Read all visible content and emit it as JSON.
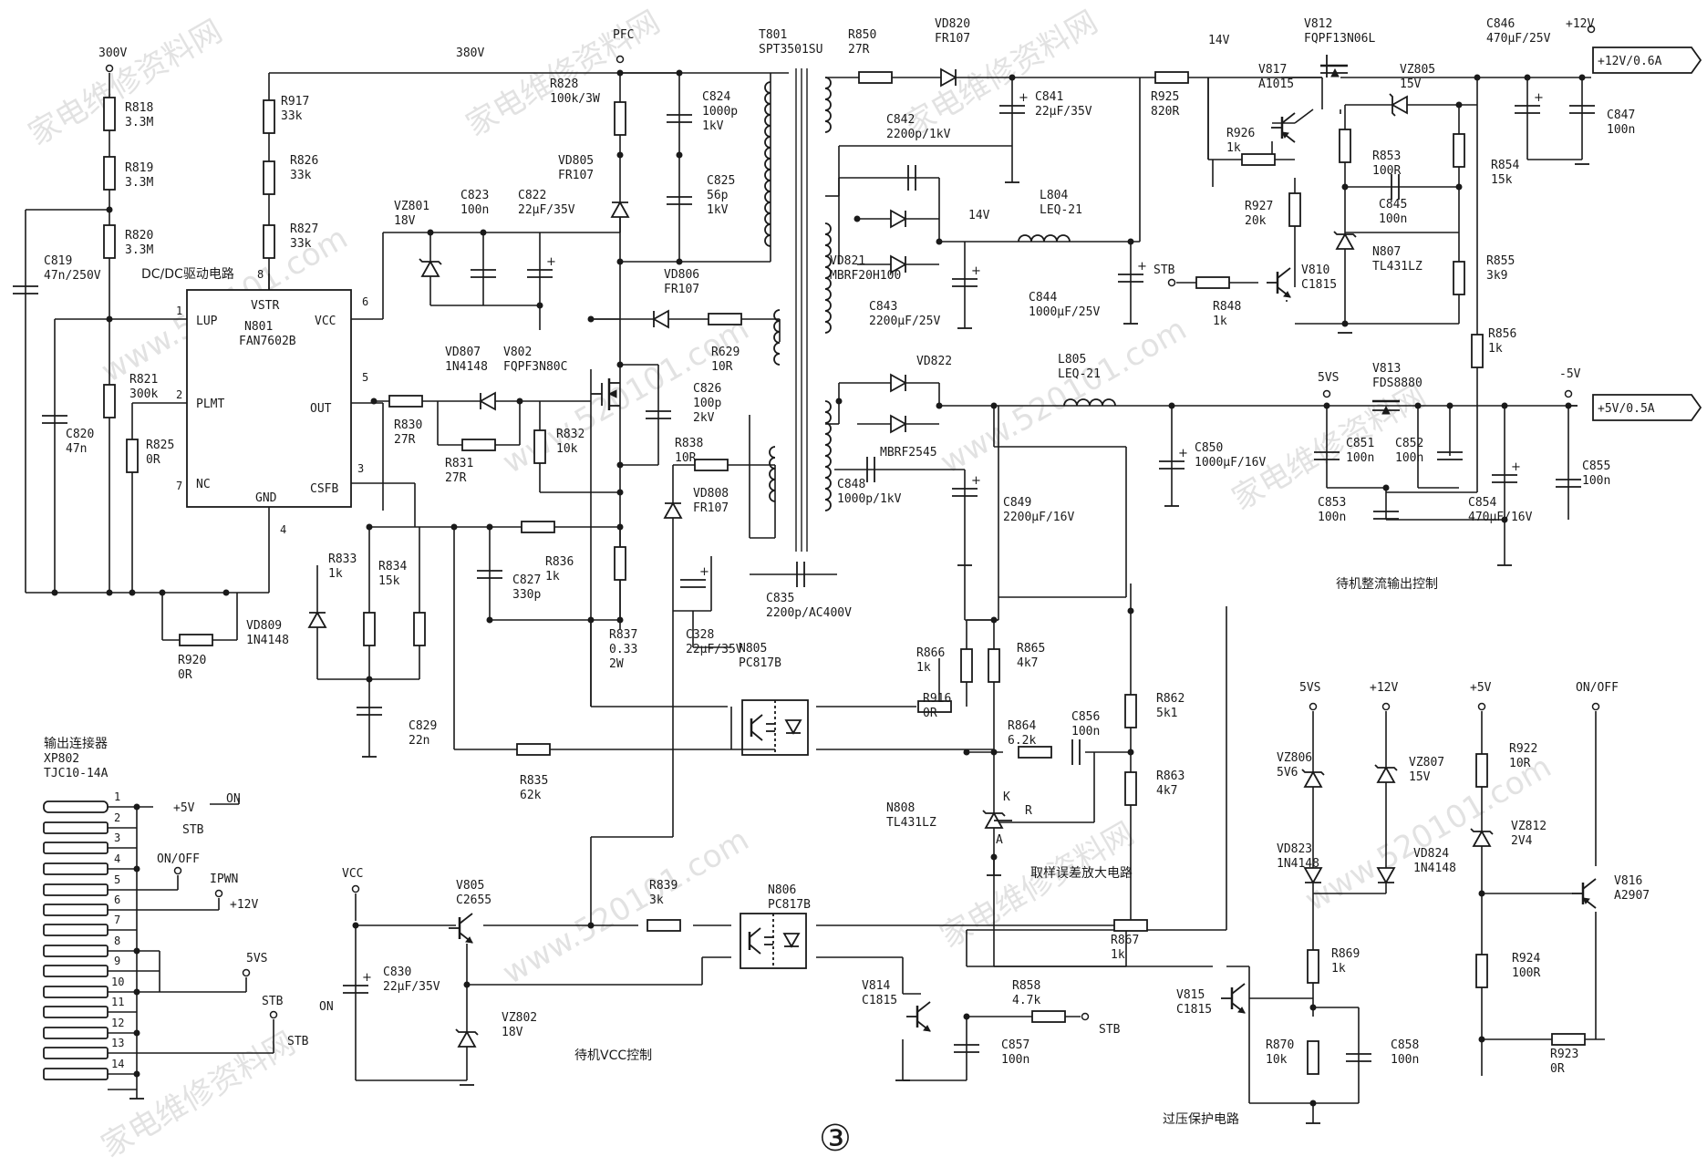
{
  "figure_number": "③",
  "watermark": {
    "cn": "家电维修资料网",
    "url": "www.520101.com"
  },
  "sections": {
    "dcdc": "DC/DC驱动电路",
    "standby_out": "待机整流输出控制",
    "sampling": "取样误差放大电路",
    "standby_vcc": "待机VCC控制",
    "ovp": "过压保护电路"
  },
  "rails": {
    "v300": "300V",
    "v380": "380V",
    "pfc": "PFC",
    "v14a": "14V",
    "v14b": "14V",
    "p12v": "+12V",
    "p12v_out": "+12V/0.6A",
    "m5v": "-5V",
    "p5v_out": "+5V/0.5A",
    "v5vs": "5VS",
    "vcc": "VCC",
    "stb": "STB"
  },
  "ic": {
    "ref": "N801",
    "part": "FAN7602B",
    "pins": {
      "vstr": "VSTR",
      "lup": "LUP",
      "plmt": "PLMT",
      "nc": "NC",
      "gnd": "GND",
      "vcc": "VCC",
      "out": "OUT",
      "csfb": "CSFB"
    },
    "pin_numbers": [
      "8",
      "1",
      "2",
      "7",
      "4",
      "6",
      "5",
      "3"
    ]
  },
  "transformer": {
    "ref": "T801",
    "part": "SPT3501SU"
  },
  "components": [
    {
      "id": "R818",
      "text": [
        "R818",
        "3.3M"
      ]
    },
    {
      "id": "R819",
      "text": [
        "R819",
        "3.3M"
      ]
    },
    {
      "id": "R820",
      "text": [
        "R820",
        "3.3M"
      ]
    },
    {
      "id": "C819",
      "text": [
        "C819",
        "47n/250V"
      ]
    },
    {
      "id": "R821",
      "text": [
        "R821",
        "300k"
      ]
    },
    {
      "id": "R825",
      "text": [
        "R825",
        "0R"
      ]
    },
    {
      "id": "C820",
      "text": [
        "C820",
        "47n"
      ]
    },
    {
      "id": "R920",
      "text": [
        "R920",
        "0R"
      ]
    },
    {
      "id": "R917",
      "text": [
        "R917",
        "33k"
      ]
    },
    {
      "id": "R826",
      "text": [
        "R826",
        "33k"
      ]
    },
    {
      "id": "R827",
      "text": [
        "R827",
        "33k"
      ]
    },
    {
      "id": "VZ801",
      "text": [
        "VZ801",
        "18V"
      ]
    },
    {
      "id": "C823",
      "text": [
        "C823",
        "100n"
      ]
    },
    {
      "id": "C822",
      "text": [
        "C822",
        "22μF/35V"
      ]
    },
    {
      "id": "R828",
      "text": [
        "R828",
        "100k/3W"
      ]
    },
    {
      "id": "C824",
      "text": [
        "C824",
        "1000p",
        "1kV"
      ]
    },
    {
      "id": "C825",
      "text": [
        "C825",
        "56p",
        "1kV"
      ]
    },
    {
      "id": "VD805",
      "text": [
        "VD805",
        "FR107"
      ]
    },
    {
      "id": "VD806",
      "text": [
        "VD806",
        "FR107"
      ]
    },
    {
      "id": "R629",
      "text": [
        "R629",
        "10R"
      ]
    },
    {
      "id": "VD807",
      "text": [
        "VD807",
        "1N4148"
      ]
    },
    {
      "id": "V802",
      "text": [
        "V802",
        "FQPF3N80C"
      ]
    },
    {
      "id": "R830",
      "text": [
        "R830",
        "27R"
      ]
    },
    {
      "id": "R831",
      "text": [
        "R831",
        "27R"
      ]
    },
    {
      "id": "R832",
      "text": [
        "R832",
        "10k"
      ]
    },
    {
      "id": "C826",
      "text": [
        "C826",
        "100p",
        "2kV"
      ]
    },
    {
      "id": "R838",
      "text": [
        "R838",
        "10R"
      ]
    },
    {
      "id": "VD808",
      "text": [
        "VD808",
        "FR107"
      ]
    },
    {
      "id": "R833",
      "text": [
        "R833",
        "1k"
      ]
    },
    {
      "id": "R834",
      "text": [
        "R834",
        "15k"
      ]
    },
    {
      "id": "VD809",
      "text": [
        "VD809",
        "1N4148"
      ]
    },
    {
      "id": "R836",
      "text": [
        "R836",
        "1k"
      ]
    },
    {
      "id": "C827",
      "text": [
        "C827",
        "330p"
      ]
    },
    {
      "id": "R837",
      "text": [
        "R837",
        "0.33",
        "2W"
      ]
    },
    {
      "id": "C328",
      "text": [
        "C328",
        "22μF/35V"
      ]
    },
    {
      "id": "C829",
      "text": [
        "C829",
        "22n"
      ]
    },
    {
      "id": "N805",
      "text": [
        "N805",
        "PC817B"
      ]
    },
    {
      "id": "R835",
      "text": [
        "R835",
        "62k"
      ]
    },
    {
      "id": "R850",
      "text": [
        "R850",
        "27R"
      ]
    },
    {
      "id": "VD820",
      "text": [
        "VD820",
        "FR107"
      ]
    },
    {
      "id": "C841",
      "text": [
        "C841",
        "22μF/35V"
      ]
    },
    {
      "id": "C842",
      "text": [
        "C842",
        "2200p/1kV"
      ]
    },
    {
      "id": "VD821",
      "text": [
        "VD821",
        "MBRF20H100"
      ]
    },
    {
      "id": "L804",
      "text": [
        "L804",
        "LEQ-21"
      ]
    },
    {
      "id": "C843",
      "text": [
        "C843",
        "2200μF/25V"
      ]
    },
    {
      "id": "C844",
      "text": [
        "C844",
        "1000μF/25V"
      ]
    },
    {
      "id": "VD822",
      "text": [
        "VD822"
      ]
    },
    {
      "id": "MBRF2545",
      "text": [
        "MBRF2545"
      ]
    },
    {
      "id": "L805",
      "text": [
        "L805",
        "LEQ-21"
      ]
    },
    {
      "id": "C848",
      "text": [
        "C848",
        "1000p/1kV"
      ]
    },
    {
      "id": "C849",
      "text": [
        "C849",
        "2200μF/16V"
      ]
    },
    {
      "id": "C850",
      "text": [
        "C850",
        "1000μF/16V"
      ]
    },
    {
      "id": "C835",
      "text": [
        "C835",
        "2200p/AC400V"
      ]
    },
    {
      "id": "R866",
      "text": [
        "R866",
        "1k"
      ]
    },
    {
      "id": "R865",
      "text": [
        "R865",
        "4k7"
      ]
    },
    {
      "id": "R916",
      "text": [
        "R916",
        "0R"
      ]
    },
    {
      "id": "R864",
      "text": [
        "R864",
        "6.2k"
      ]
    },
    {
      "id": "C856",
      "text": [
        "C856",
        "100n"
      ]
    },
    {
      "id": "R862",
      "text": [
        "R862",
        "5k1"
      ]
    },
    {
      "id": "R863",
      "text": [
        "R863",
        "4k7"
      ]
    },
    {
      "id": "N808",
      "text": [
        "N808",
        "TL431LZ"
      ]
    },
    {
      "id": "R925",
      "text": [
        "R925",
        "820R"
      ]
    },
    {
      "id": "V817",
      "text": [
        "V817",
        "A1015"
      ]
    },
    {
      "id": "R926",
      "text": [
        "R926",
        "1k"
      ]
    },
    {
      "id": "R927",
      "text": [
        "R927",
        "20k"
      ]
    },
    {
      "id": "R848",
      "text": [
        "R848",
        "1k"
      ]
    },
    {
      "id": "V810",
      "text": [
        "V810",
        "C1815"
      ]
    },
    {
      "id": "V812",
      "text": [
        "V812",
        "FQPF13N06L"
      ]
    },
    {
      "id": "VZ805",
      "text": [
        "VZ805",
        "15V"
      ]
    },
    {
      "id": "R853",
      "text": [
        "R853",
        "100R"
      ]
    },
    {
      "id": "C845",
      "text": [
        "C845",
        "100n"
      ]
    },
    {
      "id": "N807",
      "text": [
        "N807",
        "TL431LZ"
      ]
    },
    {
      "id": "C846",
      "text": [
        "C846",
        "470μF/25V"
      ]
    },
    {
      "id": "C847",
      "text": [
        "C847",
        "100n"
      ]
    },
    {
      "id": "R854",
      "text": [
        "R854",
        "15k"
      ]
    },
    {
      "id": "R855",
      "text": [
        "R855",
        "3k9"
      ]
    },
    {
      "id": "R856",
      "text": [
        "R856",
        "1k"
      ]
    },
    {
      "id": "V813",
      "text": [
        "V813",
        "FDS8880"
      ]
    },
    {
      "id": "C851",
      "text": [
        "C851",
        "100n"
      ]
    },
    {
      "id": "C852",
      "text": [
        "C852",
        "100n"
      ]
    },
    {
      "id": "C853",
      "text": [
        "C853",
        "100n"
      ]
    },
    {
      "id": "C854",
      "text": [
        "C854",
        "470μF/16V"
      ]
    },
    {
      "id": "C855",
      "text": [
        "C855",
        "100n"
      ]
    },
    {
      "id": "XP802",
      "text": [
        "输出连接器",
        "XP802",
        "TJC10-14A"
      ]
    },
    {
      "id": "C830",
      "text": [
        "C830",
        "22μF/35V"
      ]
    },
    {
      "id": "V805",
      "text": [
        "V805",
        "C2655"
      ]
    },
    {
      "id": "VZ802",
      "text": [
        "VZ802",
        "18V"
      ]
    },
    {
      "id": "R839",
      "text": [
        "R839",
        "3k"
      ]
    },
    {
      "id": "N806",
      "text": [
        "N806",
        "PC817B"
      ]
    },
    {
      "id": "V814",
      "text": [
        "V814",
        "C1815"
      ]
    },
    {
      "id": "R858",
      "text": [
        "R858",
        "4.7k"
      ]
    },
    {
      "id": "C857",
      "text": [
        "C857",
        "100n"
      ]
    },
    {
      "id": "R867",
      "text": [
        "R867",
        "1k"
      ]
    },
    {
      "id": "VZ806",
      "text": [
        "VZ806",
        "5V6"
      ]
    },
    {
      "id": "VD823",
      "text": [
        "VD823",
        "1N4148"
      ]
    },
    {
      "id": "VZ807",
      "text": [
        "VZ807",
        "15V"
      ]
    },
    {
      "id": "VD824",
      "text": [
        "VD824",
        "1N4148"
      ]
    },
    {
      "id": "R869",
      "text": [
        "R869",
        "1k"
      ]
    },
    {
      "id": "V815",
      "text": [
        "V815",
        "C1815"
      ]
    },
    {
      "id": "R870",
      "text": [
        "R870",
        "10k"
      ]
    },
    {
      "id": "C858",
      "text": [
        "C858",
        "100n"
      ]
    },
    {
      "id": "R922",
      "text": [
        "R922",
        "10R"
      ]
    },
    {
      "id": "VZ812",
      "text": [
        "VZ812",
        "2V4"
      ]
    },
    {
      "id": "V816",
      "text": [
        "V816",
        "A2907"
      ]
    },
    {
      "id": "R924",
      "text": [
        "R924",
        "100R"
      ]
    },
    {
      "id": "R923",
      "text": [
        "R923",
        "0R"
      ]
    }
  ],
  "tl431_pins": {
    "k": "K",
    "r": "R",
    "a": "A"
  },
  "connector_pins": [
    "1",
    "2",
    "3",
    "4",
    "5",
    "6",
    "7",
    "8",
    "9",
    "10",
    "11",
    "12",
    "13",
    "14"
  ],
  "connector_signals": {
    "p5v": "+5V",
    "on": "ON",
    "stb1": "STB",
    "onoff": "ON/OFF",
    "ipwn": "IPWN",
    "p12v": "+12V",
    "v5vs": "5VS",
    "stb2": "STB",
    "on2": "ON",
    "stb3": "STB"
  },
  "ovp_labels": {
    "vs5": "5VS",
    "p12": "+12V",
    "p5": "+5V",
    "onoff": "ON/OFF"
  }
}
